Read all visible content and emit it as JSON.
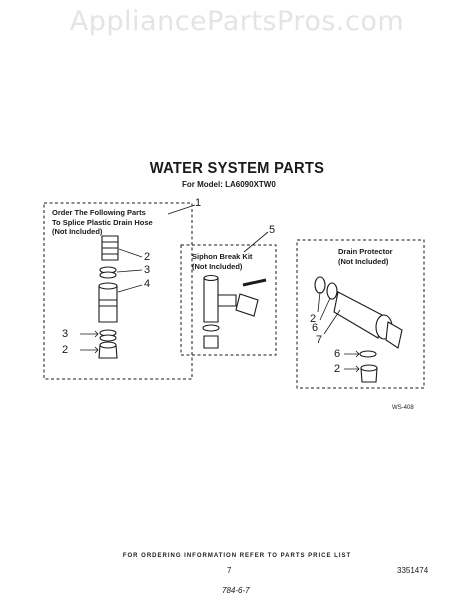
{
  "watermark": "AppliancePartsPros.com",
  "title": "WATER SYSTEM PARTS",
  "subtitle": "For Model: LA6090XTW0",
  "boxes": {
    "splice": [
      "Order The Following Parts",
      "To Splice Plastic Drain Hose",
      "(Not Included)"
    ],
    "siphon": [
      "Siphon Break Kit",
      "(Not Included)"
    ],
    "drain": [
      "Drain Protector",
      "(Not Included)"
    ]
  },
  "callouts": {
    "n1": "1",
    "n2a": "2",
    "n3a": "3",
    "n4": "4",
    "n3b": "3",
    "n2b": "2",
    "n5": "5",
    "n2c": "2",
    "n6a": "6",
    "n7": "7",
    "n6b": "6",
    "n2d": "2"
  },
  "diagram_code": "WS-408",
  "footer_info": "FOR ORDERING INFORMATION REFER TO PARTS PRICE LIST",
  "page_number": "7",
  "part_number": "3351474",
  "handwritten": "784-6-7"
}
